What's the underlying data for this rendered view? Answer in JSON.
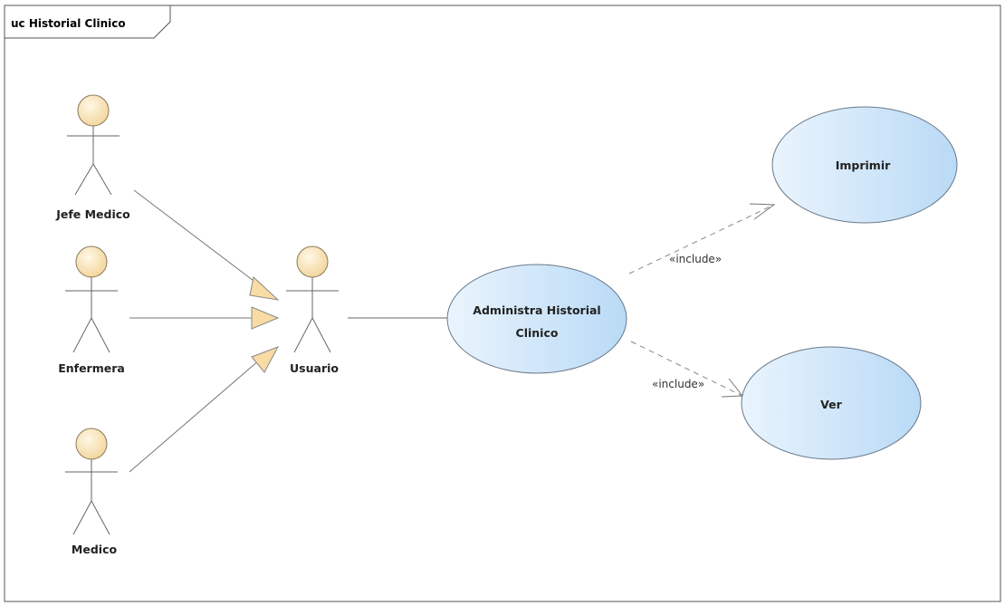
{
  "frame": {
    "title": "uc Historial Clinico"
  },
  "actors": {
    "jefe_medico": "Jefe Medico",
    "enfermera": "Enfermera",
    "medico": "Medico",
    "usuario": "Usuario"
  },
  "use_cases": {
    "administra_line1": "Administra Historial",
    "administra_line2": "Clinico",
    "imprimir": "Imprimir",
    "ver": "Ver"
  },
  "relations": {
    "include_imprimir": "«include»",
    "include_ver": "«include»"
  },
  "colors": {
    "actor_head": "#f9e2b3",
    "generalization_arrow": "#f9dca3",
    "usecase_fill": "#cfe6f9",
    "line": "#666666"
  }
}
